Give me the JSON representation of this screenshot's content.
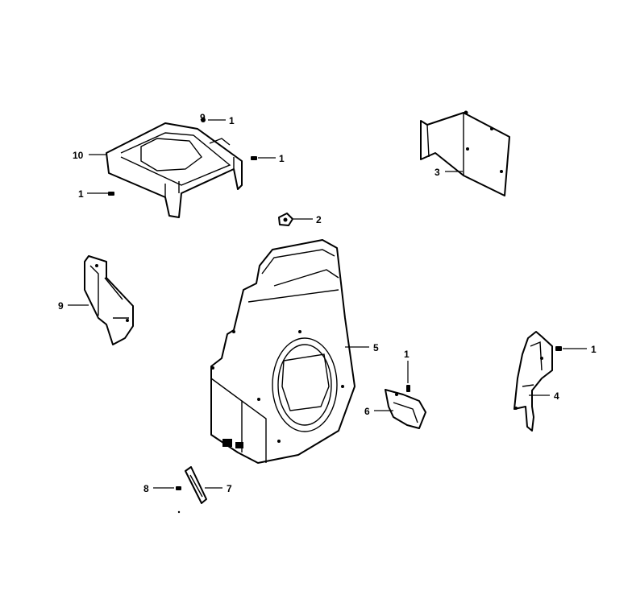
{
  "callouts": {
    "c1_top": "1",
    "c9_top": "9",
    "c10": "10",
    "c1_right_of_10": "1",
    "c1_left_of_10": "1",
    "c2": "2",
    "c3": "3",
    "c9_left": "9",
    "c5": "5",
    "c1_above_6": "1",
    "c6": "6",
    "c1_right": "1",
    "c4": "4",
    "c8": "8",
    "c7": "7"
  }
}
